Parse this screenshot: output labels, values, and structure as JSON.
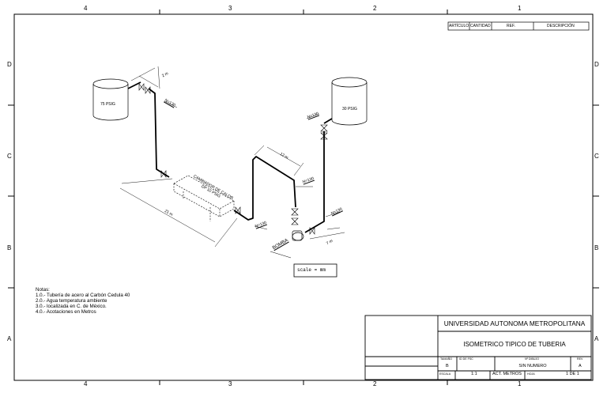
{
  "zones": {
    "columns": [
      "4",
      "3",
      "2",
      "1"
    ],
    "rows": [
      "D",
      "C",
      "B",
      "A"
    ]
  },
  "parts_list": {
    "headers": [
      "ARTÍCULO",
      "CANTIDAD",
      "REF.",
      "DESCRIPCIÓN"
    ]
  },
  "drawing": {
    "tank_left_label": "75 PSIG",
    "tank_right_label": "30 PSIG",
    "heat_exchanger_label": "CAMBIADOR DE CALOR DP 10 PSIG",
    "pump_label": "BOMBA",
    "dim_top_left": "2 m",
    "dim_long": "21 m",
    "dim_top_mid": "12 m",
    "dim_pump": "7 m",
    "flag_1": "N=130",
    "flag_2": "N=130",
    "flag_3": "N=130",
    "flag_4": "N=130",
    "flag_5": "N=130",
    "scale_box": "scale = mm"
  },
  "notes": {
    "title": "Notas:",
    "lines": [
      "1.0.- Tubería de acero al Carbón Cedula 40",
      "2.0.- Agua temperatura ambiente",
      "3.0.- localizada en C. de México.",
      "4.0.- Acotaciones en Metros"
    ]
  },
  "title_block": {
    "institution": "UNIVERSIDAD AUTONOMA METROPOLITANA",
    "title": "ISOMETRICO TIPICO DE TUBERIA",
    "size_label": "TAMAÑO",
    "code_label": "ID DE FSC",
    "dwg_label": "Nº DIBUJO",
    "rev_label": "REV",
    "size": "B",
    "dwg_no": "SIN NUMERO",
    "rev": "A",
    "scale_label": "ESCALA",
    "scale": "1:1",
    "units": "ACT. METROS",
    "sheet_label": "HOJA",
    "sheet": "1 DE 1"
  }
}
